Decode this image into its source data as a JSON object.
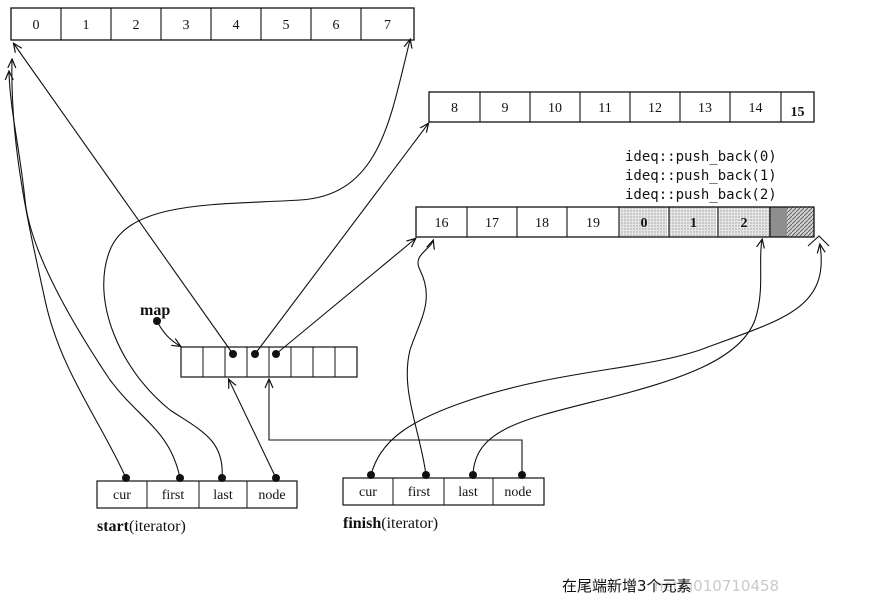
{
  "buffers": [
    {
      "cells": [
        "0",
        "1",
        "2",
        "3",
        "4",
        "5",
        "6",
        "7"
      ]
    },
    {
      "cells": [
        "8",
        "9",
        "10",
        "11",
        "12",
        "13",
        "14",
        "15"
      ]
    },
    {
      "cells": [
        "16",
        "17",
        "18",
        "19",
        "0",
        "1",
        "2",
        ""
      ]
    }
  ],
  "map": {
    "label": "map"
  },
  "push_back_calls": [
    "ideq::push_back(0)",
    "ideq::push_back(1)",
    "ideq::push_back(2)"
  ],
  "start": {
    "fields": [
      "cur",
      "first",
      "last",
      "node"
    ],
    "name": "start",
    "suffix": "(iterator)"
  },
  "finish": {
    "fields": [
      "cur",
      "first",
      "last",
      "node"
    ],
    "name": "finish",
    "suffix": "(iterator)"
  },
  "caption": "在尾端新增3个元素",
  "watermark": "net/u010710458",
  "colors": {
    "ink": "#111111",
    "shade": "#d9d9d9",
    "dark_shade": "#9a9a9a"
  }
}
